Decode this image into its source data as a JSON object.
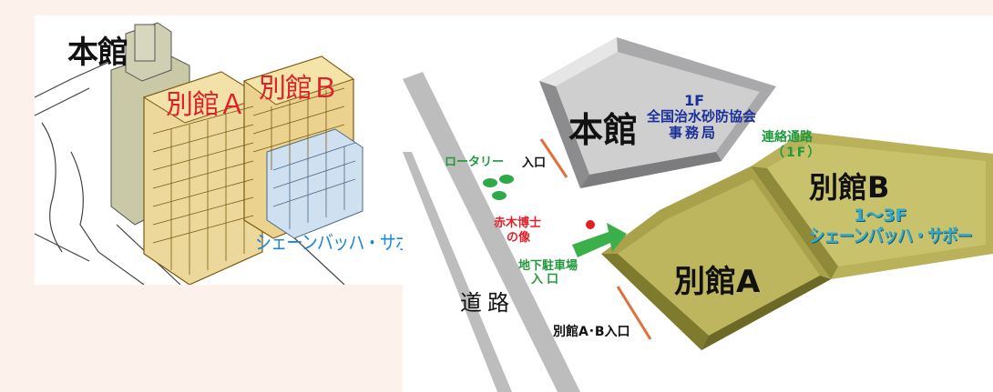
{
  "left_illustration": {
    "honkan": "本館",
    "bekkan_a": "別館Ａ",
    "bekkan_b": "別館Ｂ",
    "schoenbach": "シェーンバッハ・サボー"
  },
  "map": {
    "honkan": "本館",
    "floor_1f": "1F",
    "association": "全国治水砂防協会",
    "office": "事務局",
    "connecting_passage": "連絡通路",
    "connecting_floor": "（1F）",
    "bekkan_b": "別館B",
    "bekkan_b_floors": "1～3F",
    "schoenbach": "シェーンバッハ・サボー",
    "bekkan_a": "別館A",
    "rotary": "ロータリー",
    "entrance": "入口",
    "statue_line1": "赤木博士",
    "statue_line2": "の像",
    "parking_line1": "地下駐車場",
    "parking_line2": "入口",
    "road": "道路",
    "ab_entrance": "別館A･B入口"
  },
  "colors": {
    "page_bg": "#fdf1ec",
    "honkan_block": "#a9a9ab",
    "annex_block": "#b9b25a",
    "road_line": "#b0b0b0",
    "label_red": "#e0202a",
    "label_blue": "#1b2f9a",
    "label_green": "#1f9a3c",
    "label_cyan": "#3aa8c6"
  }
}
